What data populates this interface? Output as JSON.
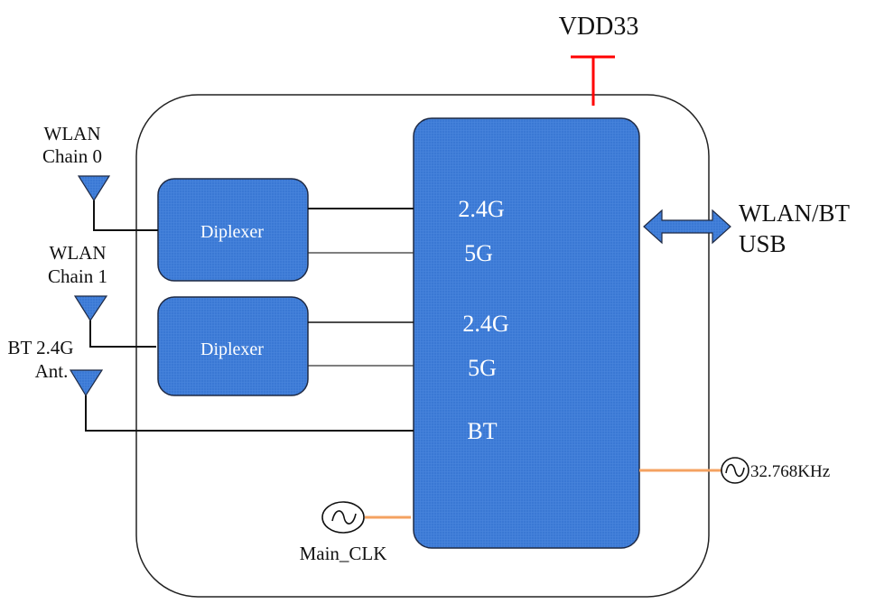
{
  "diagram": {
    "title": "WLAN/BT module block diagram",
    "colors": {
      "block_fill": "#3a78d4",
      "block_stroke": "#1f2a44",
      "power_line": "#ff0000",
      "clock_line": "#f4a261",
      "signal_line": "#111111",
      "outline": "#222222"
    },
    "power": {
      "label": "VDD33"
    },
    "antennas": [
      {
        "id": "wlan-chain-0",
        "label_line1": "WLAN",
        "label_line2": "Chain 0"
      },
      {
        "id": "wlan-chain-1",
        "label_line1": "WLAN",
        "label_line2": "Chain 1"
      },
      {
        "id": "bt-ant",
        "label_line1": "BT 2.4G",
        "label_line2": "Ant."
      }
    ],
    "diplexers": [
      {
        "label": "Diplexer"
      },
      {
        "label": "Diplexer"
      }
    ],
    "chip": {
      "ports": [
        {
          "label": "2.4G"
        },
        {
          "label": "5G"
        },
        {
          "label": "2.4G"
        },
        {
          "label": "5G"
        },
        {
          "label": "BT"
        }
      ]
    },
    "interface": {
      "line1": "WLAN/BT",
      "line2": "USB"
    },
    "clocks": {
      "main": {
        "label": "Main_CLK"
      },
      "rtc": {
        "label": "32.768KHz"
      }
    }
  }
}
